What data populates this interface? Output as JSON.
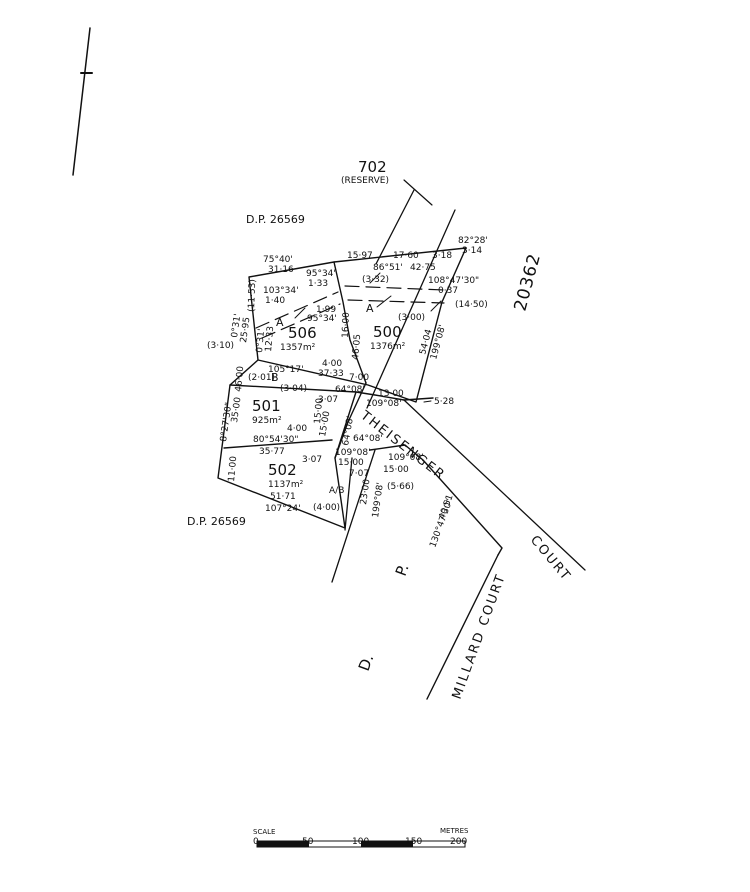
{
  "plan": {
    "north_label": "",
    "reserve": {
      "number": "702",
      "label": "(RESERVE)"
    },
    "dp_top": "D.P. 26569",
    "dp_bottom": "D.P. 26569",
    "plan_number": "20362",
    "lots": [
      {
        "id": "506",
        "area": "1357m²"
      },
      {
        "id": "500",
        "area": "1376m²"
      },
      {
        "id": "501",
        "area": "925m²"
      },
      {
        "id": "502",
        "area": "1137m²"
      }
    ],
    "roads": {
      "theisenger": "THEISENGER",
      "court": "COURT",
      "millard_court": "MILLARD COURT",
      "d": "D.",
      "p": "P."
    },
    "dimensions": {
      "d1": "75°40'",
      "d2": "31·16",
      "d3": "15·97",
      "d4": "17·60",
      "d5": "3·18",
      "d6": "82°28'",
      "d7": "3·14",
      "d8": "86°51'",
      "d9": "42·75",
      "d10": "108°47'30\"",
      "d11": "0·37",
      "d12": "95°34'",
      "d13": "1·33",
      "d14": "(3·32)",
      "d15": "103°34'",
      "d16": "1·40",
      "d17": "(11·53)",
      "d18": "0°31'",
      "d19": "25·95",
      "d20": "1·99",
      "d21": "95°34'",
      "d22": "(3·10)",
      "d23": "0°31'",
      "d24": "12·33",
      "d25": "(14·50)",
      "d26": "(3·00)",
      "d27": "54·04",
      "d28": "199°08'",
      "d29": "105°17'",
      "d30": "37·33",
      "d31": "46·00",
      "d32": "4·00",
      "d33": "7·00",
      "d34": "(2·01)",
      "d35": "(3·04)",
      "d36": "64°08'",
      "d37": "13·00",
      "d38": "109°08'",
      "d39": "5·28",
      "d40": "3·07",
      "d41": "15·00",
      "d42": "8°27'30\"",
      "d43": "35·00",
      "d44": "4·00",
      "d45": "80°54'30\"",
      "d46": "35·77",
      "d47": "15·00",
      "d48": "109°08'",
      "d49": "64°08'",
      "d50": "15·00",
      "d51": "3·07",
      "d52": "109°08'",
      "d53": "7·07",
      "d54": "15·00",
      "d55": "11·00",
      "d56": "(5·66)",
      "d57": "A/B",
      "d58": "(4·00)",
      "d59": "51·71",
      "d60": "107°24'",
      "d61": "23·00",
      "d62": "199°08'",
      "d63": "40·51",
      "d64": "130°47'30\"",
      "d65": "16·00",
      "d66": "46·05",
      "d67": "64°08'"
    },
    "easement_labels": {
      "a_main": "A",
      "a_lot506": "A",
      "b_label": "B"
    },
    "scale": {
      "label": "SCALE",
      "units": "METRES",
      "ticks": [
        "0",
        "50",
        "100",
        "150",
        "200"
      ]
    }
  }
}
